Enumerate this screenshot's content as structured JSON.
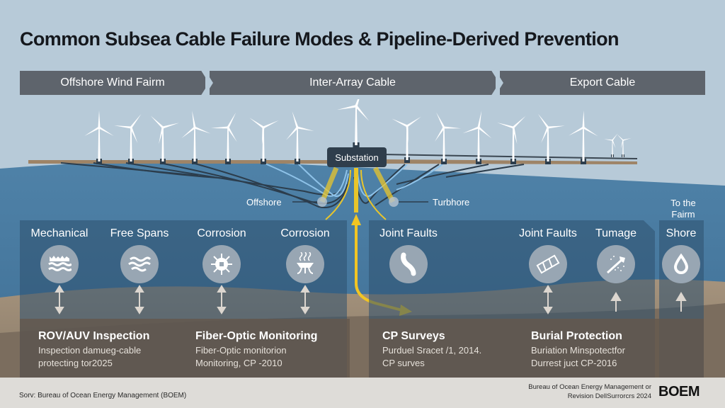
{
  "title": "Common Subsea Cable Failure Modes & Pipeline-Derived Prevention",
  "ribbon": [
    {
      "label": "Offshore Wind Fairm"
    },
    {
      "label": "Inter-Array Cable"
    },
    {
      "label": "Export Cable"
    }
  ],
  "scene": {
    "substation_label": "Substation",
    "callout_left": "Offshore",
    "callout_right": "Turbhore",
    "callout_shore_line1": "To the",
    "callout_shore_line2": "Fairm"
  },
  "failure_modes": [
    {
      "label": "Mechanical",
      "icon": "seabed-waves-icon",
      "arrow": "both"
    },
    {
      "label": "Free Spans",
      "icon": "waves-icon",
      "arrow": "both"
    },
    {
      "label": "Corrosion",
      "icon": "corrosion-burst-icon",
      "arrow": "both"
    },
    {
      "label": "Corrosion",
      "icon": "chemical-vapor-icon",
      "arrow": "both"
    },
    {
      "label": "Joint Faults",
      "icon": "bent-cable-icon",
      "arrow": "none"
    },
    {
      "label": "Joint Faults",
      "icon": "cable-joint-icon",
      "arrow": "both"
    },
    {
      "label": "Tumage",
      "icon": "anchor-drag-damage-icon",
      "arrow": "up"
    },
    {
      "label": "Shore",
      "icon": "water-drop-icon",
      "arrow": "up"
    }
  ],
  "prevention": [
    {
      "title": "ROV/AUV Inspection",
      "line1": "Inspection damueg-cable",
      "line2": "protecting tor2025"
    },
    {
      "title": "Fiber-Optic Monitoring",
      "line1": "Fiber-Optic monitorion",
      "line2": "Monitoring, CP -2010"
    },
    {
      "title": "CP Surveys",
      "line1": "Purduel Sracet /1, 2014.",
      "line2": "CP surves"
    },
    {
      "title": "Burial Protection",
      "line1": "Buriation Minspotectfor",
      "line2": "Durrest juct CP-2016"
    }
  ],
  "footer": {
    "source_left": "Sorv: Bureau of Ocean Energy Management (BOEM)",
    "source_right_line1": "Bureau of Ocean Energy Management or",
    "source_right_line2": "Revision DellSurrorcrs 2024",
    "logo": "BOEM"
  },
  "colors": {
    "sky": "#b7cad8",
    "sea": "#4d7ea3",
    "seabed": "#9c8c78",
    "ribbon": "#5e646c",
    "cable_highlight": "#f2c523",
    "panel": "#2e506e"
  }
}
